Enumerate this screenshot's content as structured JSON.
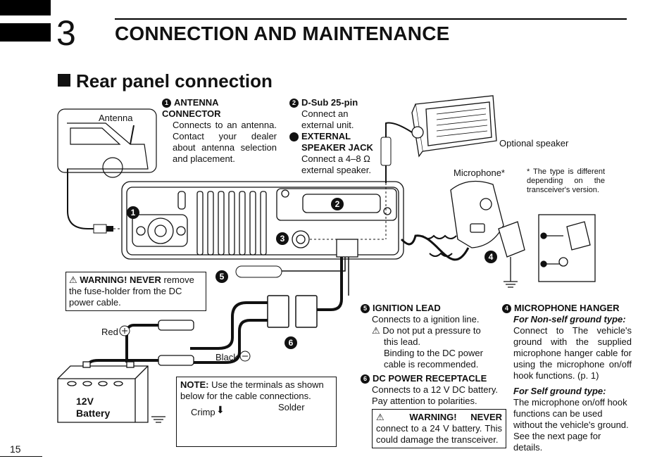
{
  "chapter": {
    "number": "3",
    "title": "CONNECTION AND MAINTENANCE"
  },
  "section": {
    "title": "Rear panel connection"
  },
  "items": {
    "antenna": {
      "num": "1",
      "title": "ANTENNA CONNECTOR",
      "body": "Connects to an antenna. Contact your dealer about antenna selection and placement."
    },
    "dsub": {
      "num": "2",
      "title": "D-Sub 25-pin",
      "body": "Connect an external unit."
    },
    "ext_speaker": {
      "num": "3",
      "title": "EXTERNAL SPEAKER JACK",
      "body": "Connect a 4–8 Ω external speaker."
    },
    "mic_hanger": {
      "num": "4",
      "title": "MICROPHONE HANGER",
      "non_self_title": "For Non-self ground type:",
      "non_self_body": "The vehicle's ground with the supplied microphone hanger cable for using the microphone on/off hook functions. (p. 1)",
      "non_self_lead": "Connect to",
      "self_title": "For Self ground type:",
      "self_body": "The microphone on/off hook functions can be used without the vehicle's ground.",
      "self_note": "See the next page for details."
    },
    "ignition": {
      "num": "5",
      "title": "IGNITION LEAD",
      "body": "Connects to a ignition line.",
      "caution": "Do not put a pressure to this lead.",
      "binding": "Binding to the DC power cable is recommended."
    },
    "dc_power": {
      "num": "6",
      "title": "DC POWER RECEPTACLE",
      "body": "Connects to a 12 V DC battery. Pay attention to polarities.",
      "warning_strong": "WARNING! NEVER",
      "warning_rest": "connect to a 24 V battery. This could damage the transceiver."
    }
  },
  "fuse_warning": {
    "strong": "WARNING! NEVER",
    "rest": "remove the fuse-holder from the DC power cable."
  },
  "note": {
    "strong": "NOTE:",
    "rest": "Use the terminals as shown below for the cable connections.",
    "crimp": "Crimp",
    "solder": "Solder"
  },
  "labels": {
    "antenna": "Antenna",
    "optional_speaker": "Optional speaker",
    "microphone": "Microphone*",
    "mic_note": "* The type is different depending on the transceiver's version.",
    "red": "Red",
    "black": "Black",
    "battery_v": "12V",
    "battery": "Battery",
    "callout_1": "1",
    "callout_2": "2",
    "callout_3": "3",
    "callout_4": "4",
    "callout_5": "5",
    "callout_6": "6"
  },
  "page_number": "15"
}
